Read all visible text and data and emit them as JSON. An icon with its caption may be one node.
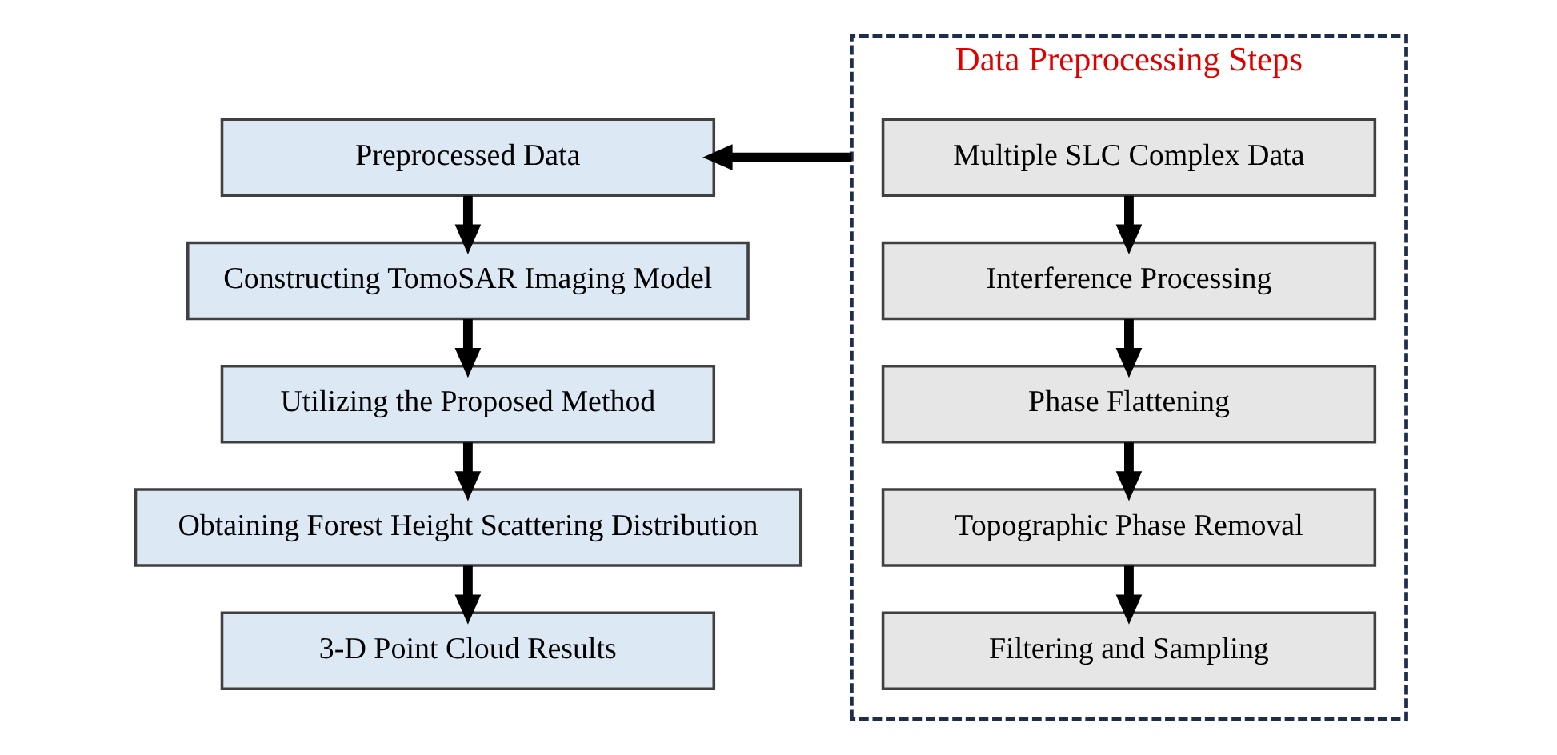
{
  "diagram": {
    "nodes": [
      {
        "text": [
          "Preprocessed Data"
        ]
      },
      {
        "text": [
          "Constructing TomoSAR Imaging Model"
        ]
      },
      {
        "text": [
          "Utilizing the Proposed Method"
        ]
      },
      {
        "text": [
          "Obtaining Forest Height Scattering Distribution"
        ]
      },
      {
        "text": [
          "3-D Point Cloud Results"
        ]
      },
      {
        "text": [
          "Data Preprocessing Steps"
        ]
      },
      {
        "text": [
          "Multiple SLC Complex Data"
        ],
        "in": 5
      },
      {
        "text": [
          "Interference Processing"
        ],
        "in": 5
      },
      {
        "text": [
          "Phase Flattening"
        ],
        "in": 5
      },
      {
        "text": [
          "Topographic Phase Removal"
        ],
        "in": 5
      },
      {
        "text": [
          "Filtering and Sampling"
        ],
        "in": 5
      }
    ],
    "edges": [
      {
        "from": 0,
        "to": 1,
        "arrow": "to"
      },
      {
        "from": 1,
        "to": 2,
        "arrow": "to"
      },
      {
        "from": 2,
        "to": 3,
        "arrow": "to"
      },
      {
        "from": 3,
        "to": 4,
        "arrow": "to"
      },
      {
        "from": 6,
        "to": 7,
        "arrow": "to"
      },
      {
        "from": 7,
        "to": 8,
        "arrow": "to"
      },
      {
        "from": 8,
        "to": 9,
        "arrow": "to"
      },
      {
        "from": 9,
        "to": 10,
        "arrow": "to"
      },
      {
        "from": 5,
        "to": 0,
        "arrow": "to"
      }
    ]
  }
}
